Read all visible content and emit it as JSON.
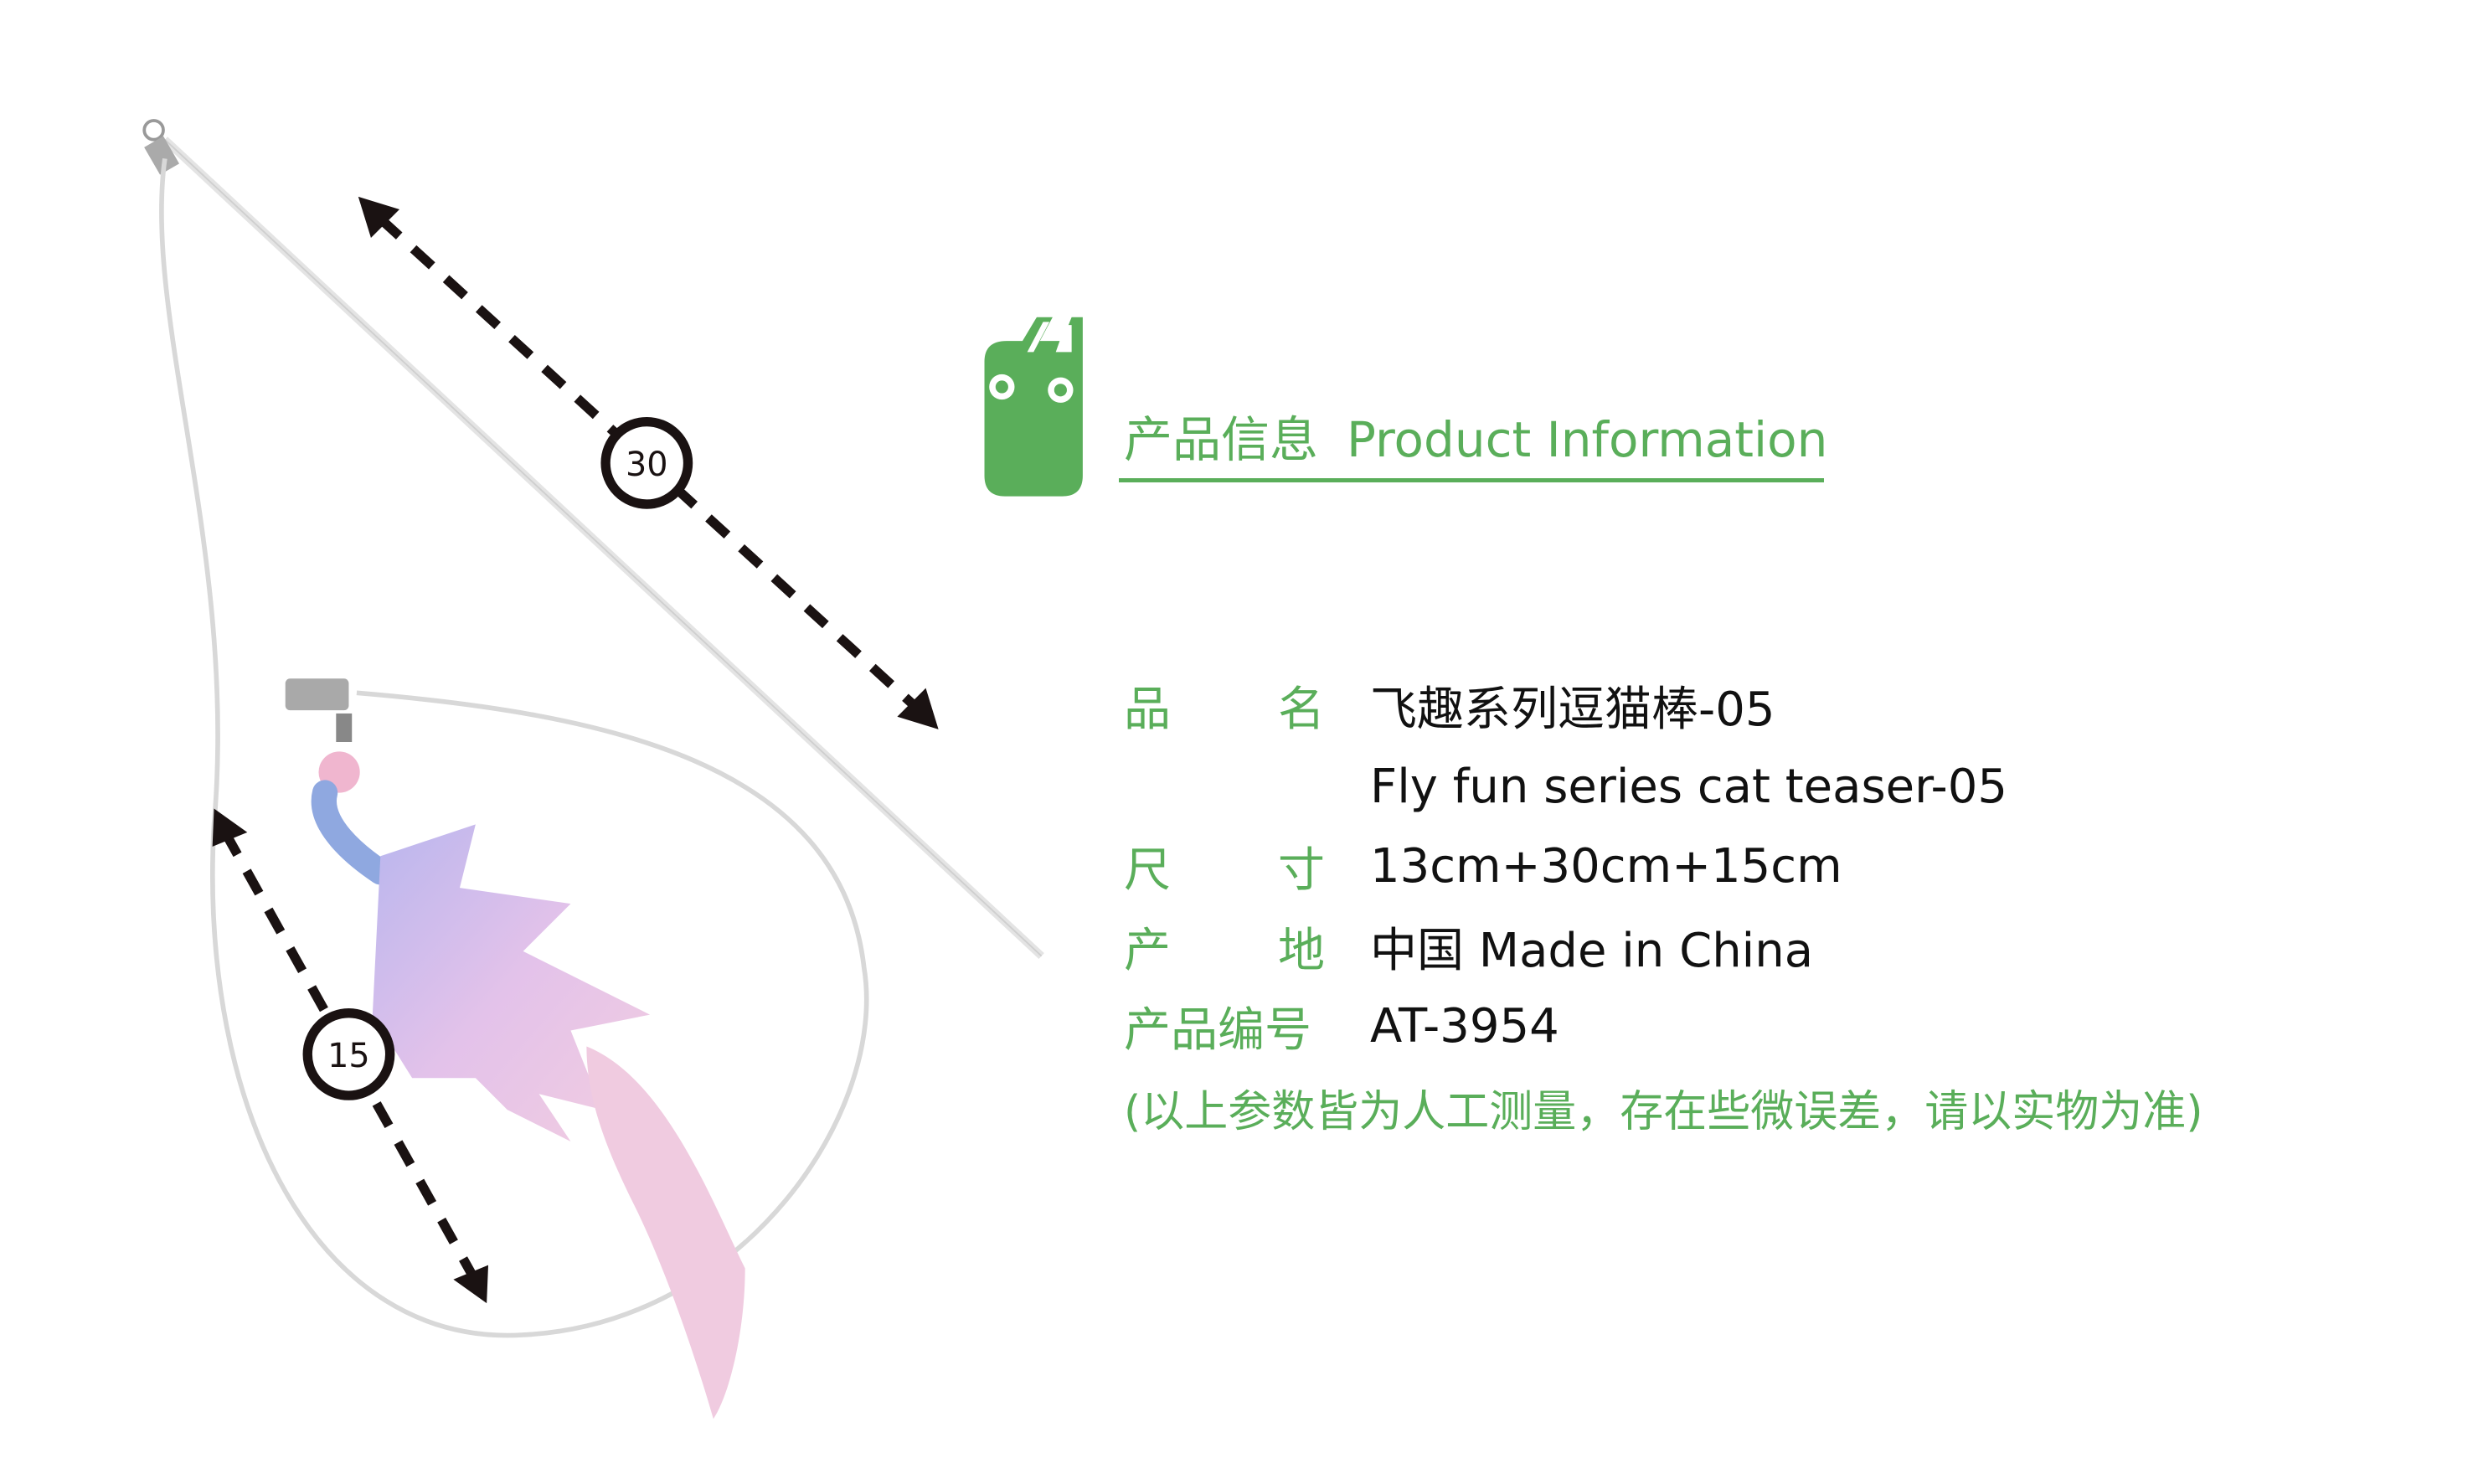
{
  "header": {
    "title_cn": "产品信息",
    "title_en": "Product Information"
  },
  "dimensions": {
    "rod": "30",
    "string": "15"
  },
  "specs": [
    {
      "label_a": "品",
      "label_b": "名",
      "value": "飞趣系列逗猫棒-05"
    },
    {
      "label_a": "",
      "label_b": "",
      "value": "Fly fun series cat teaser-05"
    },
    {
      "label_a": "尺",
      "label_b": "寸",
      "value": "13cm+30cm+15cm"
    },
    {
      "label_a": "产",
      "label_b": "地",
      "value": "中国 Made in China"
    },
    {
      "label_a": "产品编号",
      "label_b": "",
      "value": "AT-3954"
    }
  ],
  "note": "(以上参数皆为人工测量，存在些微误差，请以实物为准)",
  "colors": {
    "accent": "#5aae5a",
    "text": "#111111"
  }
}
